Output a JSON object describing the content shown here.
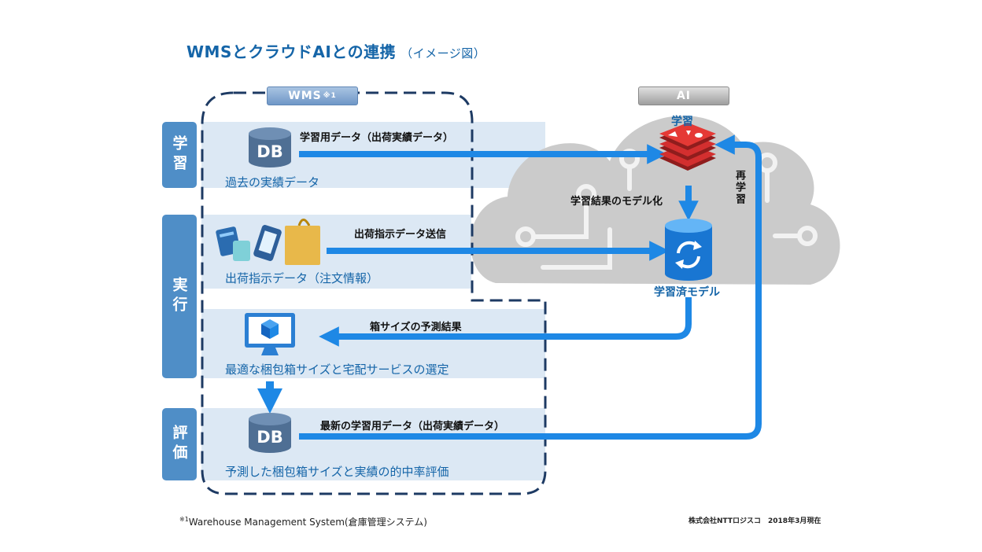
{
  "title": {
    "main": "WMSとクラウドAIとの連携",
    "sub": "（イメージ図）"
  },
  "stages": {
    "learn": "学習",
    "execute": "実行",
    "evaluate": "評価"
  },
  "tags": {
    "wms": "WMS",
    "wms_note": "※1",
    "ai": "AI"
  },
  "wms": {
    "past_data": "過去の実績データ",
    "shipping_instruction": "出荷指示データ（注文情報）",
    "box_selection": "最適な梱包箱サイズと宅配サービスの選定",
    "evaluation": "予測した梱包箱サイズと実績の的中率評価",
    "db_label": "DB"
  },
  "arrows": {
    "training_data": "学習用データ（出荷実績データ）",
    "send_instruction": "出荷指示データ送信",
    "prediction_result": "箱サイズの予測結果",
    "latest_data": "最新の学習用データ（出荷実績データ）",
    "modelize": "学習結果のモデル化",
    "retrain": "再学習"
  },
  "ai": {
    "learn": "学習",
    "trained_model": "学習済モデル"
  },
  "footnote": {
    "mark": "※1",
    "text": "Warehouse Management System(倉庫管理システム)"
  },
  "credit": "株式会社NTTロジスコ　2018年3月現在",
  "colors": {
    "accent": "#1e88e5",
    "stage": "#4f8ec7",
    "band": "#dce8f4",
    "cloud": "#c9c9c9",
    "redis": "#d32f2f"
  },
  "icons": [
    "database-icon",
    "books-icon",
    "smartphone-icon",
    "shopping-bag-icon",
    "monitor-box-icon",
    "redis-icon",
    "refresh-icon",
    "cloud-icon"
  ]
}
